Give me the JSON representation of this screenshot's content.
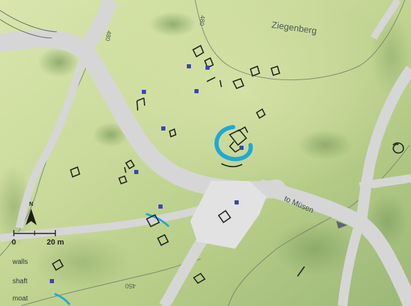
{
  "map": {
    "place_label": "Ziegenberg",
    "road_label": "to Müsen",
    "contours": [
      "480",
      "480",
      "450"
    ],
    "scale": {
      "start": "0",
      "end": "20 m"
    },
    "north": "N"
  },
  "legend": {
    "items": [
      {
        "key": "walls",
        "label": "walls"
      },
      {
        "key": "shaft",
        "label": "shaft"
      },
      {
        "key": "moat",
        "label": "moat"
      }
    ]
  },
  "colors": {
    "terrain_light": "#d6e2a8",
    "terrain_mid": "#bdd08e",
    "terrain_dark": "#97b172",
    "road": "#d6d6d6",
    "plaza": "#e2e2e2",
    "walls": "#1e1e1e",
    "shaft": "#3b45b6",
    "moat": "#20a9d6",
    "contour": "#6f7d6a",
    "label": "#3d4a48"
  },
  "icons": [
    "north-arrow-icon",
    "direction-arrow-icon"
  ]
}
